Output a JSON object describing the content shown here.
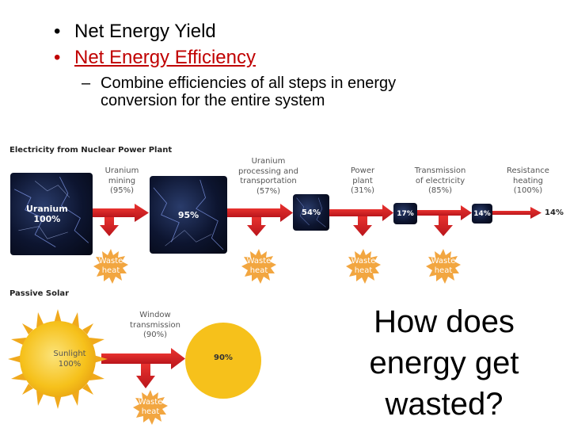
{
  "bullets": [
    {
      "text": "Net Energy Yield"
    },
    {
      "text": "Net Energy Efficiency"
    }
  ],
  "sub_bullet": "Combine efficiencies of all steps in energy conversion for the entire system",
  "nuclear": {
    "title": "Electricity from Nuclear Power Plant",
    "source_label": "Uranium",
    "source_pct": "100%",
    "steps": [
      {
        "label": [
          "Uranium",
          "mining",
          "(95%)"
        ],
        "result": "95%"
      },
      {
        "label": [
          "Uranium",
          "processing and",
          "transportation",
          "(57%)"
        ],
        "result": "54%"
      },
      {
        "label": [
          "Power",
          "plant",
          "(31%)"
        ],
        "result": "17%"
      },
      {
        "label": [
          "Transmission",
          "of electricity",
          "(85%)"
        ],
        "result": "14%"
      },
      {
        "label": [
          "Resistance",
          "heating",
          "(100%)"
        ],
        "result": "14%"
      }
    ]
  },
  "solar": {
    "title": "Passive Solar",
    "source_label": "Sunlight",
    "source_pct": "100%",
    "step_label": [
      "Window",
      "transmission",
      "(90%)"
    ],
    "result": "90%"
  },
  "waste_heat_label": [
    "Waste",
    "heat"
  ],
  "question": "How does energy get wasted?",
  "colors": {
    "accent_red": "#c00000",
    "arrow_red": "#d71920",
    "waste_orange": "#f2a640",
    "sun_yellow": "#f6c11b"
  }
}
